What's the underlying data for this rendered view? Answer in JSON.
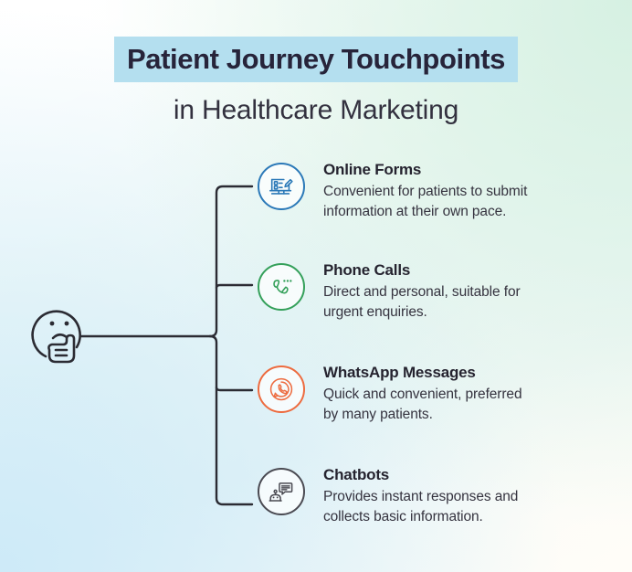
{
  "header": {
    "title_line1": "Patient Journey Touchpoints",
    "title_line2": "in Healthcare Marketing",
    "highlight_color": "#b4dfef",
    "title_color": "#27243a"
  },
  "persona": {
    "icon_name": "thinking-person-face-icon",
    "stroke_color": "#2b2b33"
  },
  "connector": {
    "stroke_color": "#2b2b33"
  },
  "items": [
    {
      "title": "Online Forms",
      "desc_line1": "Convenient for patients to submit",
      "desc_line2": "information at their own pace.",
      "icon_name": "online-form-monitor-pencil-icon",
      "accent": "#2b79b8"
    },
    {
      "title": "Phone Calls",
      "desc_line1": "Direct and personal, suitable for",
      "desc_line2": "urgent enquiries.",
      "icon_name": "phone-handset-dots-icon",
      "accent": "#34a05a"
    },
    {
      "title": "WhatsApp Messages",
      "desc_line1": "Quick and convenient, preferred",
      "desc_line2": "by many patients.",
      "icon_name": "whatsapp-logo-icon",
      "accent": "#ed6b3f"
    },
    {
      "title": "Chatbots",
      "desc_line1": "Provides instant responses and",
      "desc_line2": "collects basic information.",
      "icon_name": "chatbot-robot-speech-bubble-icon",
      "accent": "#4a4a52"
    }
  ]
}
